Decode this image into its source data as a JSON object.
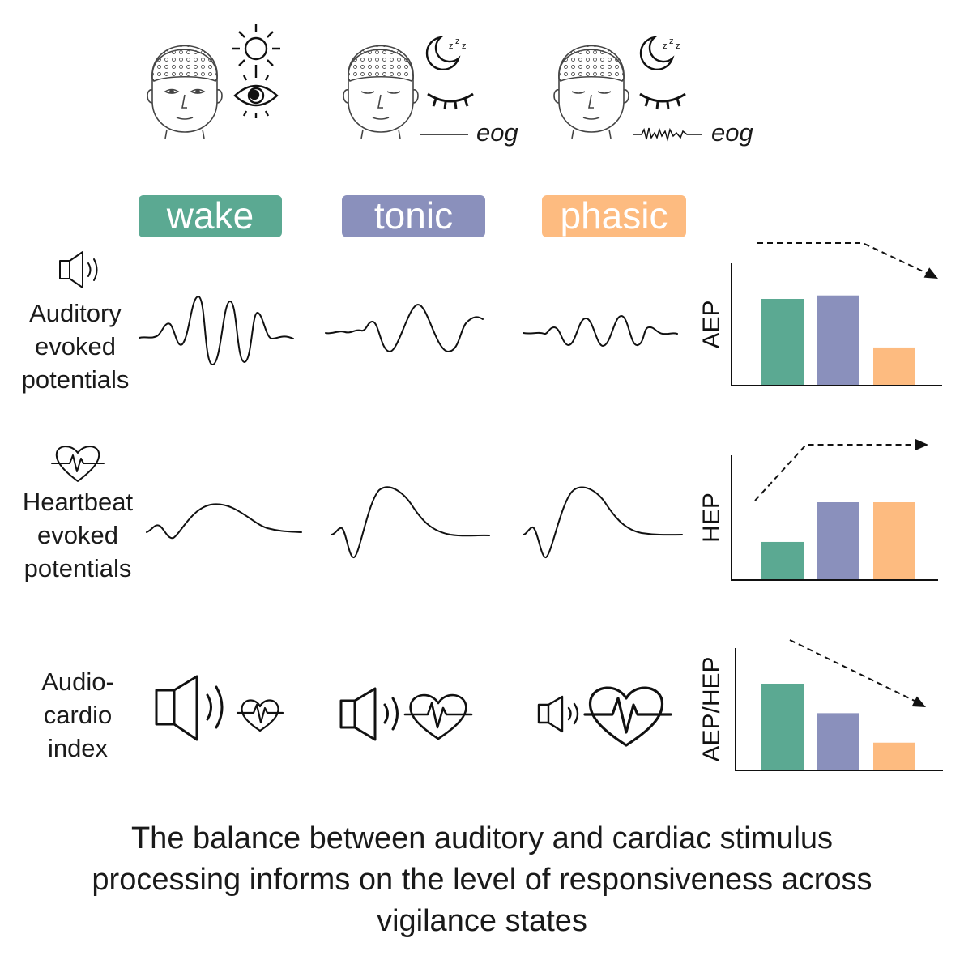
{
  "states": [
    {
      "label": "wake",
      "color": "#5ba992"
    },
    {
      "label": "tonic",
      "color": "#8a90bc"
    },
    {
      "label": "phasic",
      "color": "#fdbb80"
    }
  ],
  "eog_label": "eog",
  "rows": [
    {
      "line1": "Auditory",
      "line2": "evoked",
      "line3": "potentials"
    },
    {
      "line1": "Heartbeat",
      "line2": "evoked",
      "line3": "potentials"
    },
    {
      "line1": "Audio-",
      "line2": "cardio",
      "line3": "index"
    }
  ],
  "chart_data": [
    {
      "type": "bar",
      "ylabel": "AEP",
      "categories": [
        "wake",
        "tonic",
        "phasic"
      ],
      "values": [
        1.0,
        1.04,
        0.44
      ]
    },
    {
      "type": "bar",
      "ylabel": "HEP",
      "categories": [
        "wake",
        "tonic",
        "phasic"
      ],
      "values": [
        0.49,
        1.0,
        1.0
      ]
    },
    {
      "type": "bar",
      "ylabel": "AEP/HEP",
      "categories": [
        "wake",
        "tonic",
        "phasic"
      ],
      "values": [
        1.0,
        0.66,
        0.32
      ]
    }
  ],
  "caption": {
    "line1": "The balance between auditory and cardiac stimulus",
    "line2": "processing informs on the level of responsiveness across",
    "line3": "vigilance states"
  }
}
